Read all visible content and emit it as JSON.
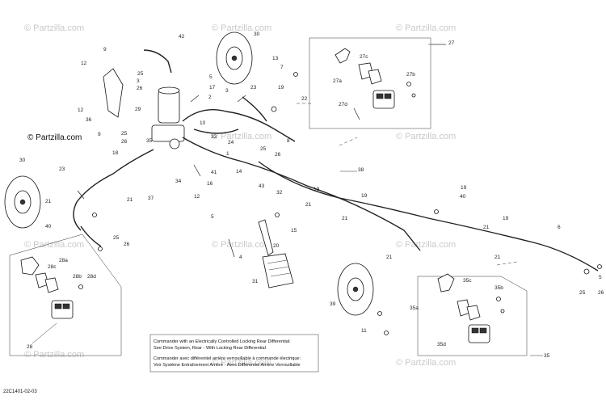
{
  "diagram": {
    "brand_watermark": "© Partzilla.com",
    "watermark_text": "© Partzilla.com",
    "reference_code": "22C1401-02-03",
    "note_lines": [
      "Commander with an Electrically Controlled Locking Rear Differential:",
      "See Drive System, Rear - With Locking Rear Differential",
      "Commander avec différentiel arrière verrouillable à commande électrique:",
      "Voir Système Entraînement Arrière - Avec Différentiel Arrière Verrouillable"
    ],
    "callouts": {
      "c42": "42",
      "c30a": "30",
      "c27": "27",
      "c9": "9",
      "c12a": "12",
      "c12b": "12",
      "c36": "36",
      "c25a": "25",
      "c3a": "3",
      "c26a": "26",
      "c17": "17",
      "c5a": "5",
      "c2": "2",
      "c3b": "3",
      "c23a": "23",
      "c19a": "19",
      "c22": "22",
      "c13": "13",
      "c7": "7",
      "c27c": "27c",
      "c27a": "27a",
      "c27b": "27b",
      "c27d": "27d",
      "c29": "29",
      "c9b": "9",
      "c25b": "25",
      "c26b": "26",
      "c18": "18",
      "c35": "35",
      "c10": "10",
      "c33": "33",
      "c24": "24",
      "c26c": "26",
      "c25c": "25",
      "c8": "8",
      "c30b": "30",
      "c23b": "23",
      "c21a": "21",
      "c40a": "40",
      "c1": "1",
      "c21b": "21",
      "c38": "38",
      "c34": "34",
      "c41": "41",
      "c14": "14",
      "c16": "16",
      "c12c": "12",
      "c5b": "5",
      "c43": "43",
      "c32": "32",
      "c21c": "21",
      "c19b": "19",
      "c37": "37",
      "c28": "28",
      "c28c": "28c",
      "c28a": "28a",
      "c28b": "28b",
      "c28d": "28d",
      "c25d": "25",
      "c26d": "26",
      "c31": "31",
      "c4": "4",
      "c20": "20",
      "c15": "15",
      "c39": "39",
      "c19c": "19",
      "c40b": "40",
      "c19d": "19",
      "c21d": "21",
      "c21e": "21",
      "c6": "6",
      "c21f": "21",
      "c35c": "35c",
      "c35a": "35a",
      "c35b": "35b",
      "c35d": "35d",
      "c11": "11",
      "c35m": "35",
      "c25e": "25",
      "c26e": "26",
      "c5c": "5",
      "c21g": "21",
      "c19e": "19"
    }
  }
}
